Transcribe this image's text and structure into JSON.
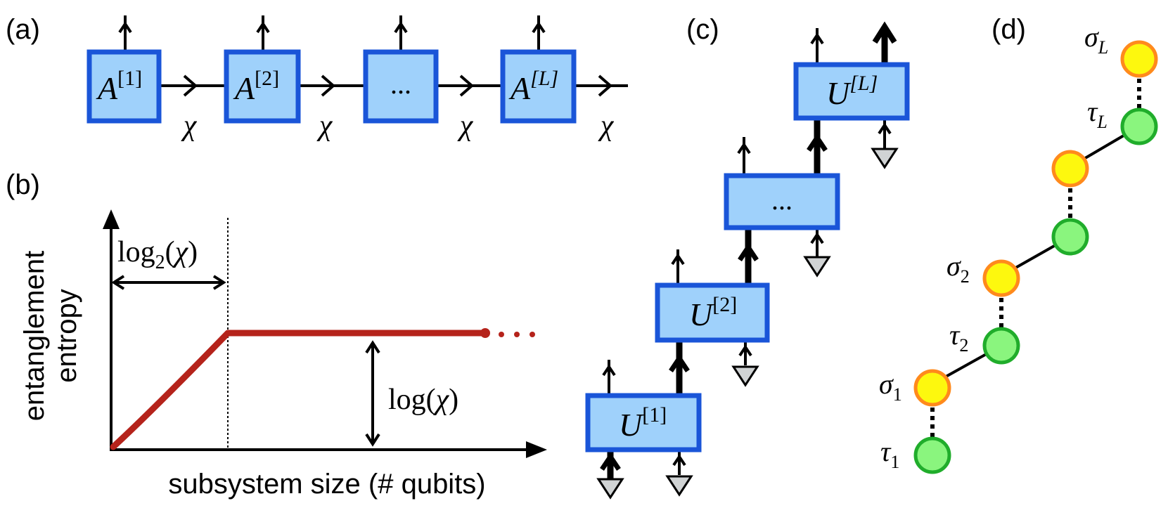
{
  "panels": {
    "a": {
      "label": "(a)"
    },
    "b": {
      "label": "(b)"
    },
    "c": {
      "label": "(c)"
    },
    "d": {
      "label": "(d)"
    }
  },
  "mps": {
    "sites": [
      {
        "base": "A",
        "sup": "[1]"
      },
      {
        "base": "A",
        "sup": "[2]"
      },
      {
        "ellipsis": "..."
      },
      {
        "base": "A",
        "sup": "[L]"
      }
    ],
    "bond_label": "χ"
  },
  "entropy_plot": {
    "ylabel_line1": "entanglement",
    "ylabel_line2": "entropy",
    "xlabel": "subsystem size (# qubits)",
    "annot_top": {
      "pre": "log",
      "sub": "2",
      "post": "(χ)"
    },
    "annot_right": "log(χ)",
    "curve_color": "#b5231b"
  },
  "circuit": {
    "gates": [
      {
        "base": "U",
        "sup": "[L]"
      },
      {
        "ellipsis": "..."
      },
      {
        "base": "U",
        "sup": "[2]"
      },
      {
        "base": "U",
        "sup": "[1]"
      }
    ]
  },
  "chain": {
    "nodes": [
      {
        "sym": "σ",
        "sub": "L",
        "kind": "sigma"
      },
      {
        "sym": "τ",
        "sub": "L",
        "kind": "tau"
      },
      {
        "sym": "",
        "sub": "",
        "kind": "sigma"
      },
      {
        "sym": "",
        "sub": "",
        "kind": "tau"
      },
      {
        "sym": "σ",
        "sub": "2",
        "kind": "sigma"
      },
      {
        "sym": "τ",
        "sub": "2",
        "kind": "tau"
      },
      {
        "sym": "σ",
        "sub": "1",
        "kind": "sigma"
      },
      {
        "sym": "τ",
        "sub": "1",
        "kind": "tau"
      }
    ],
    "colors": {
      "sigma_fill": "#fdf80e",
      "sigma_stroke": "#ff8a1c",
      "tau_fill": "#8af57e",
      "tau_stroke": "#20ad2b"
    }
  }
}
